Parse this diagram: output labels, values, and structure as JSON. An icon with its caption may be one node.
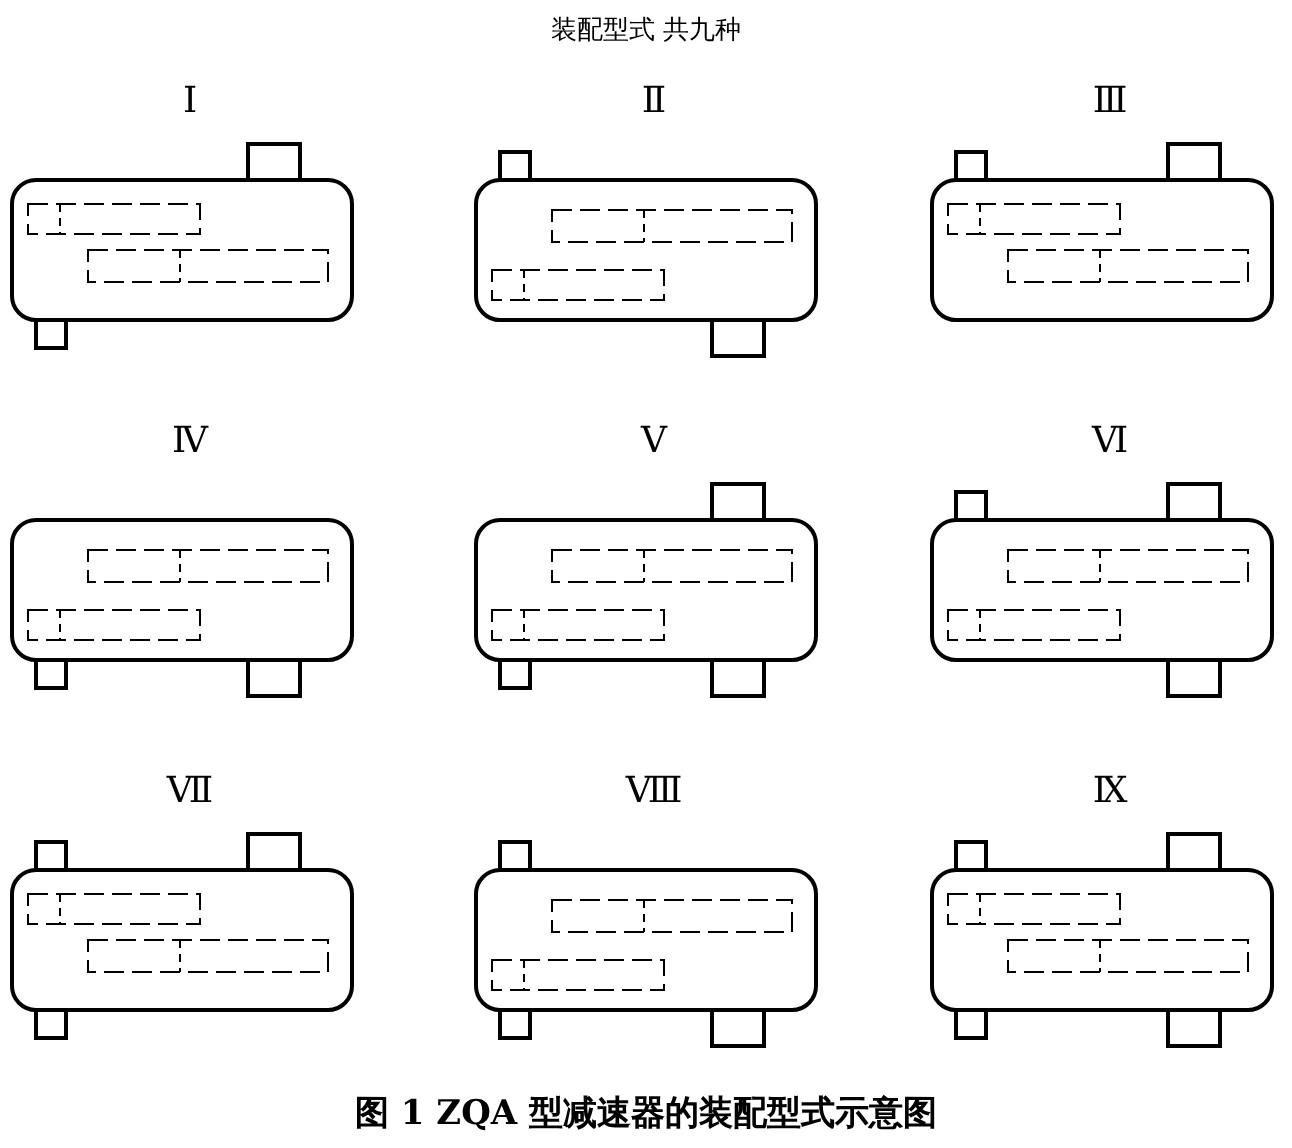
{
  "diagram": {
    "title": "装配型式 共九种",
    "caption": "图 1 ZQA 型减速器的装配型式示意图",
    "labels": [
      "Ⅰ",
      "Ⅱ",
      "Ⅲ",
      "Ⅳ",
      "Ⅴ",
      "Ⅵ",
      "Ⅶ",
      "Ⅷ",
      "Ⅸ"
    ]
  }
}
